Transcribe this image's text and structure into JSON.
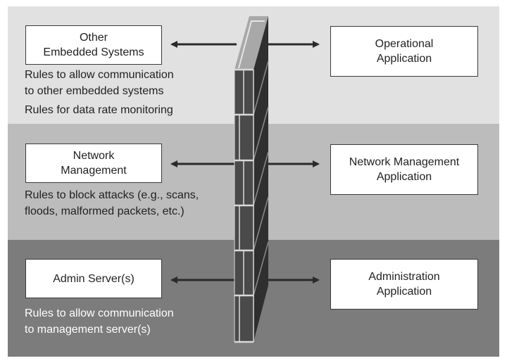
{
  "layers": [
    {
      "left_box": "Other\nEmbedded Systems",
      "right_box": "Operational\nApplication",
      "rules": [
        "Rules to allow communication\nto other embedded systems",
        "Rules for data rate monitoring"
      ]
    },
    {
      "left_box": "Network\nManagement",
      "right_box": "Network Management\nApplication",
      "rules": [
        "Rules to block attacks (e.g., scans,\nfloods, malformed packets, etc.)"
      ]
    },
    {
      "left_box": "Admin Server(s)",
      "right_box": "Administration\nApplication",
      "rules": [
        "Rules to allow communication\nto management server(s)"
      ]
    }
  ],
  "colors": {
    "band_top": "#e1e1e1",
    "band_middle": "#bcbcbc",
    "band_bottom": "#7c7c7c",
    "wall_front": "#4a4a4a",
    "wall_side": "#2f2f2f",
    "mortar": "#d9d9d9",
    "arrow": "#2a2a2a"
  },
  "icons": [
    "firewall-wall-icon",
    "double-arrow-icon"
  ]
}
